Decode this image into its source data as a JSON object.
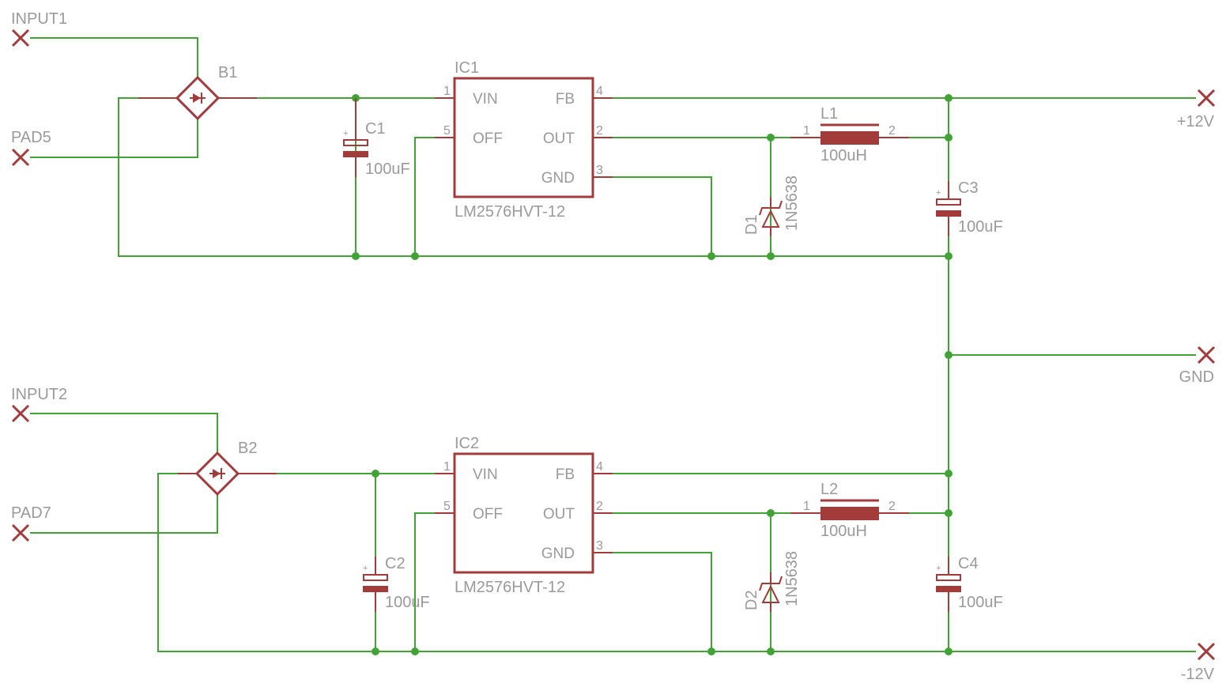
{
  "schematic": {
    "connectors": {
      "input1": "INPUT1",
      "pad5": "PAD5",
      "input2": "INPUT2",
      "pad7": "PAD7",
      "plus12v": "+12V",
      "gnd": "GND",
      "minus12v": "-12V"
    },
    "bridges": {
      "b1": "B1",
      "b2": "B2"
    },
    "ics": [
      {
        "name": "IC1",
        "part": "LM2576HVT-12",
        "pins": {
          "vin": "VIN",
          "off": "OFF",
          "fb": "FB",
          "out": "OUT",
          "gnd": "GND",
          "n1": "1",
          "n5": "5",
          "n4": "4",
          "n2": "2",
          "n3": "3"
        }
      },
      {
        "name": "IC2",
        "part": "LM2576HVT-12",
        "pins": {
          "vin": "VIN",
          "off": "OFF",
          "fb": "FB",
          "out": "OUT",
          "gnd": "GND",
          "n1": "1",
          "n5": "5",
          "n4": "4",
          "n2": "2",
          "n3": "3"
        }
      }
    ],
    "capacitors": [
      {
        "name": "C1",
        "value": "100uF",
        "polarity": "+"
      },
      {
        "name": "C2",
        "value": "100uF",
        "polarity": "+"
      },
      {
        "name": "C3",
        "value": "100uF",
        "polarity": "+"
      },
      {
        "name": "C4",
        "value": "100uF",
        "polarity": "+"
      }
    ],
    "inductors": [
      {
        "name": "L1",
        "value": "100uH",
        "pin1": "1",
        "pin2": "2"
      },
      {
        "name": "L2",
        "value": "100uH",
        "pin1": "1",
        "pin2": "2"
      }
    ],
    "diodes": [
      {
        "name": "D1",
        "part": "1N5638"
      },
      {
        "name": "D2",
        "part": "1N5638"
      }
    ]
  }
}
